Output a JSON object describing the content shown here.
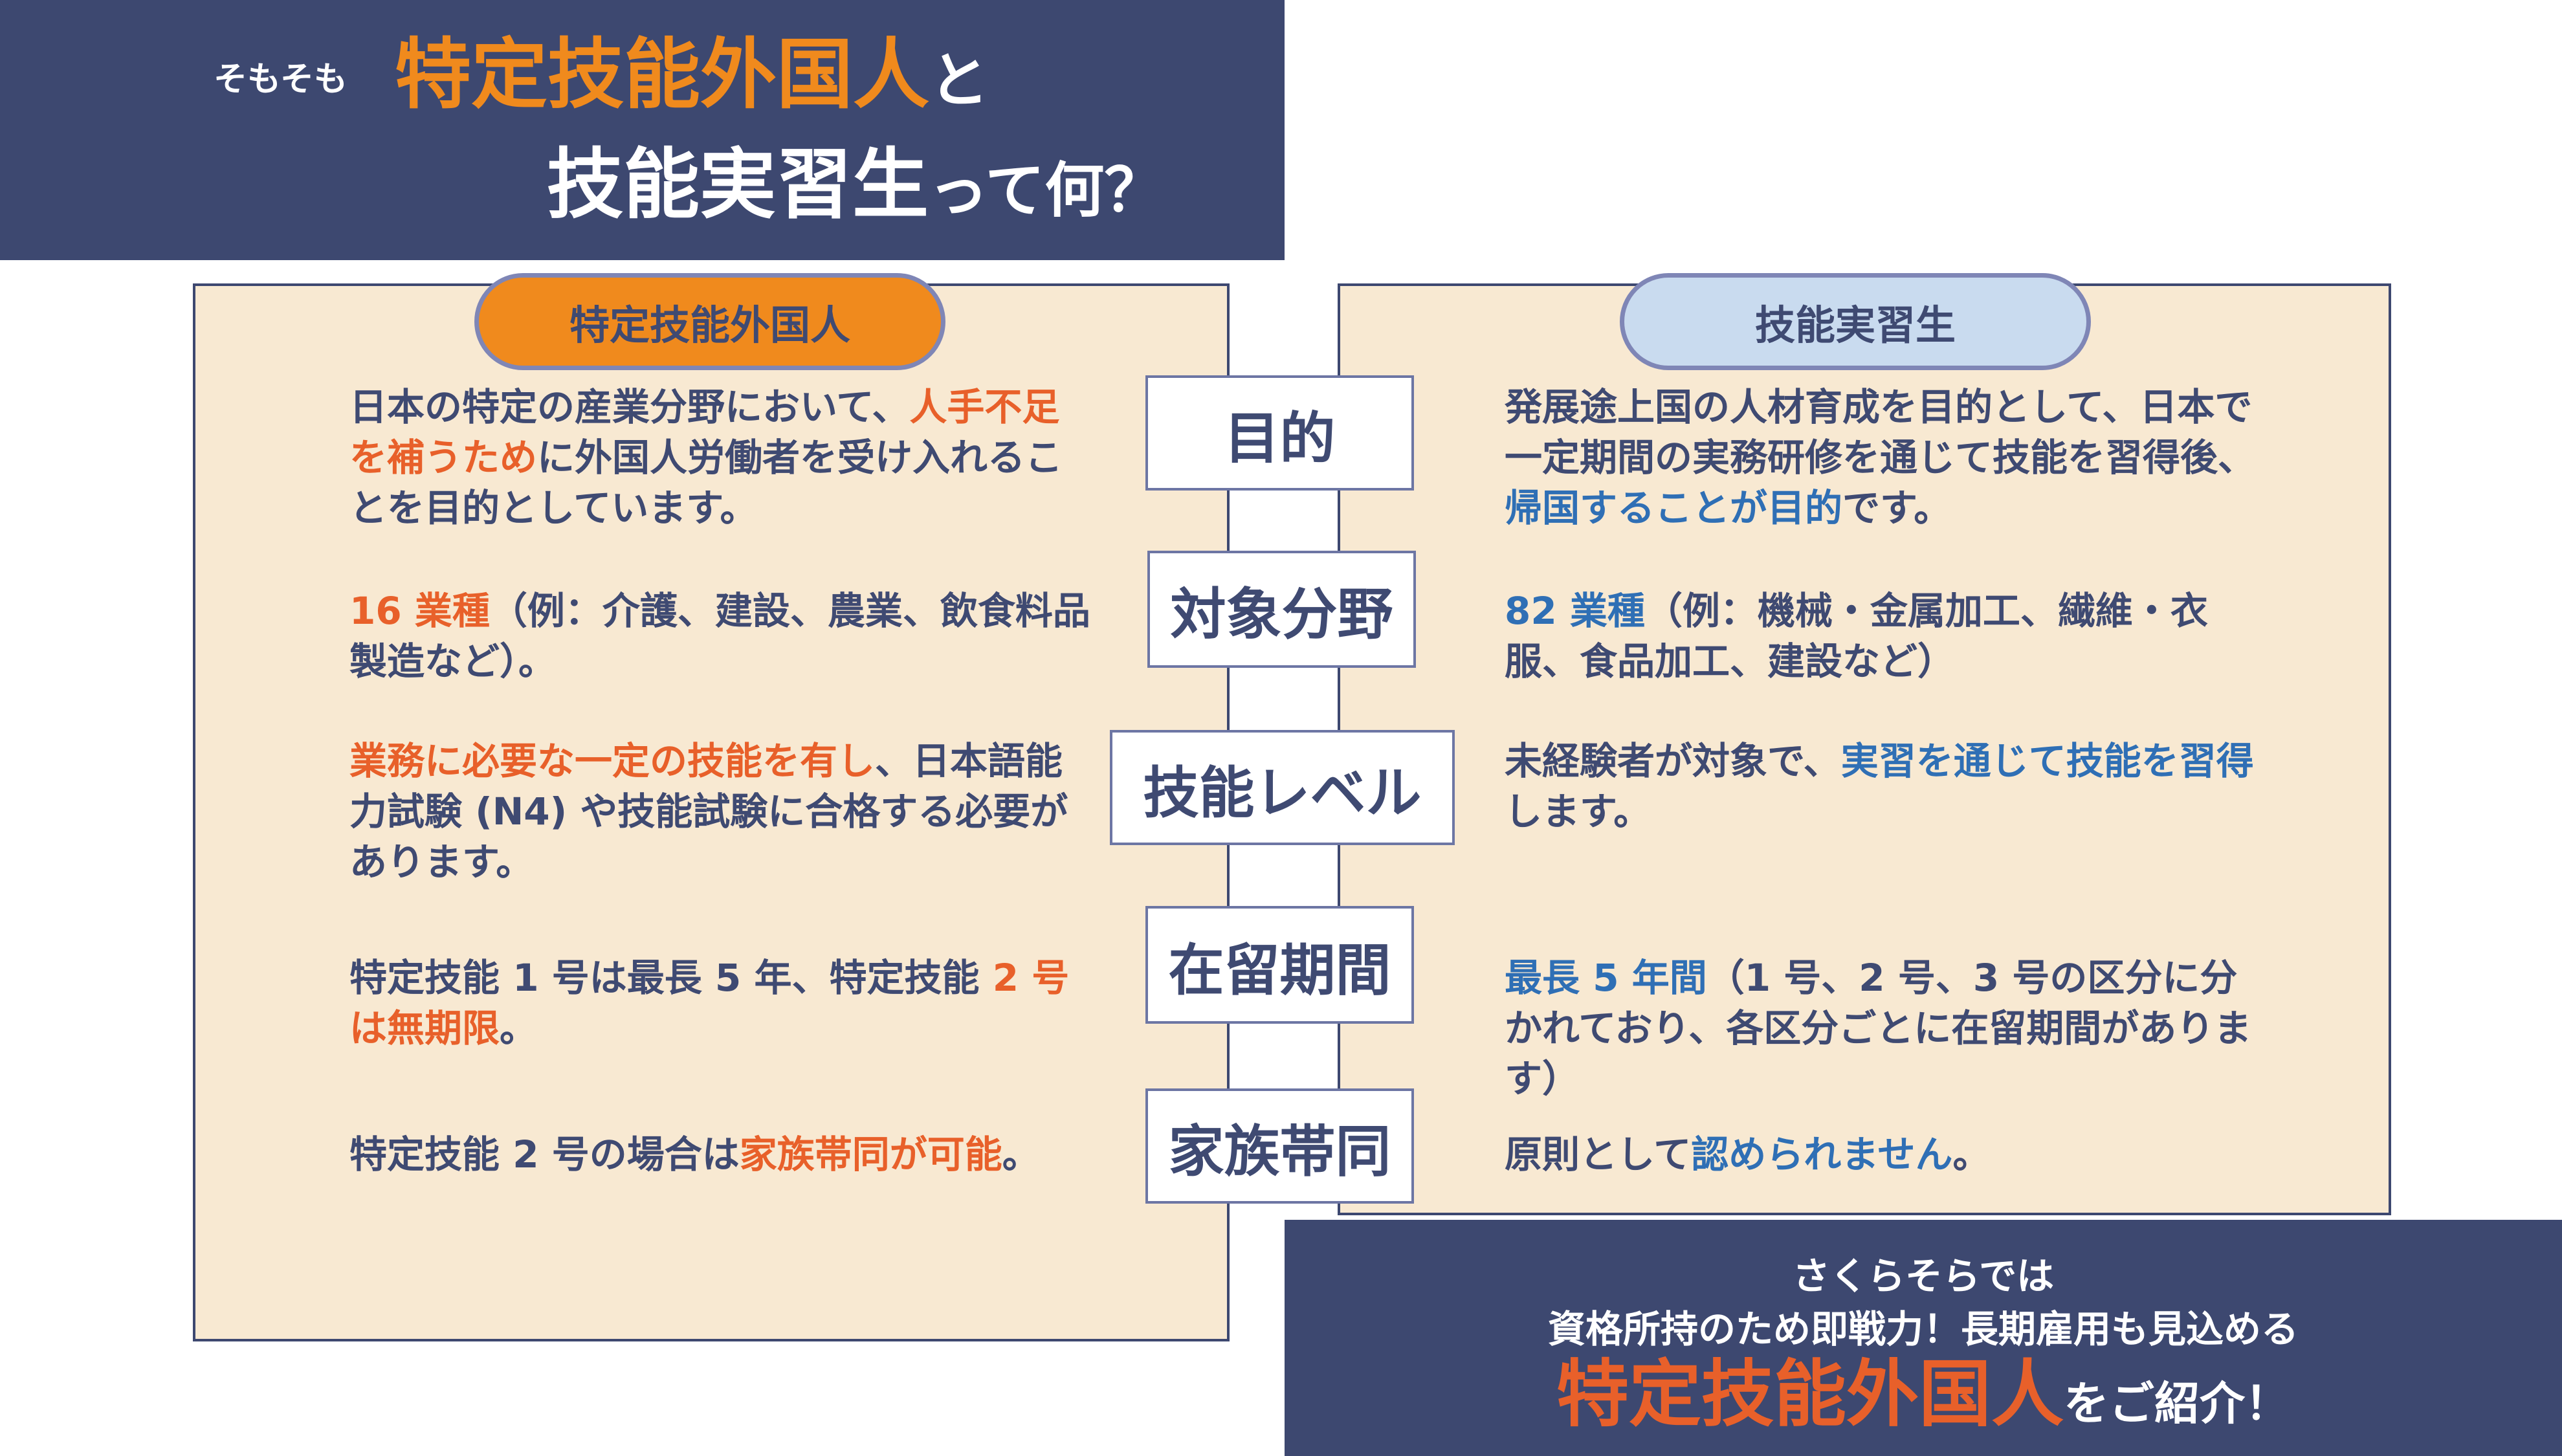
{
  "header": {
    "prefix": "そもそも",
    "term_a": "特定技能外国人",
    "connector": "と",
    "term_b": "技能実習生",
    "question": "って何？"
  },
  "colors": {
    "navy": "#3d4870",
    "orange": "#f08a1d",
    "highlight_orange": "#e8602a",
    "highlight_blue": "#2f6fb5",
    "panel_bg": "#f8e9d2",
    "pill_blue": "#c9dbef"
  },
  "left": {
    "title": "特定技能外国人",
    "purpose": [
      "日本の特定の産業分野において、",
      "人手不足を補うため",
      "に外国人労働者を受け入れることを目的としています。"
    ],
    "field": [
      "16 業種",
      "（例：介護、建設、農業、飲食料品製造など）。"
    ],
    "level": [
      "業務に必要な一定の技能を有し",
      "、日本語能力試験 (N4) や技能試験に合格する必要があります。"
    ],
    "period": [
      "特定技能 1 号は最長 5 年、特定技能 ",
      "2 号は無期限",
      "。"
    ],
    "family": [
      "特定技能 2 号の場合は",
      "家族帯同が可能",
      "。"
    ]
  },
  "right": {
    "title": "技能実習生",
    "purpose": [
      "発展途上国の人材育成を目的として、日本で一定期間の実務研修を通じて技能を習得後、",
      "帰国することが目的",
      "です。"
    ],
    "field": [
      "82 業種",
      "（例：機械・金属加工、繊維・衣服、食品加工、建設など）"
    ],
    "level": [
      "未経験者が対象で、",
      "実習を通じて技能を習得",
      "します。"
    ],
    "period": [
      "最長 5 年間",
      "（1 号、2 号、3 号の区分に分かれており、各区分ごとに在留期間があります）"
    ],
    "family": [
      "原則として",
      "認められません",
      "。"
    ]
  },
  "categories": {
    "purpose": "目的",
    "field": "対象分野",
    "level": "技能レベル",
    "period": "在留期間",
    "family": "家族帯同"
  },
  "footer": {
    "line1": "さくらそらでは",
    "line2": "資格所持のため即戦力！長期雇用も見込める",
    "term": "特定技能外国人",
    "suffix": "をご紹介！"
  }
}
